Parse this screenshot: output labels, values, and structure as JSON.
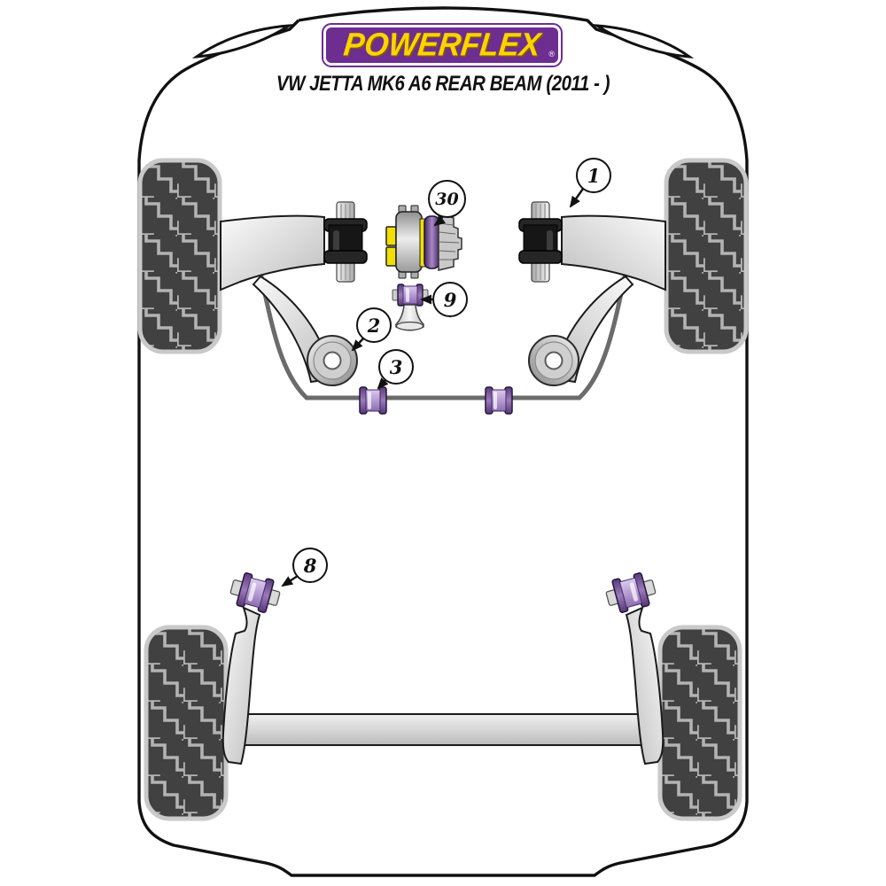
{
  "header": {
    "logo_text": "POWERFLEX",
    "registered_mark": "®",
    "subtitle": "VW JETTA MK6 A6 REAR BEAM (2011 - )"
  },
  "callouts": [
    {
      "label": "1"
    },
    {
      "label": "2"
    },
    {
      "label": "3"
    },
    {
      "label": "8"
    },
    {
      "label": "9"
    },
    {
      "label": "30"
    }
  ],
  "colors": {
    "logo_purple": "#6d2d91",
    "logo_yellow": "#ffd200",
    "bushing_purple": "#8a63ab",
    "insert_yellow": "#f2de00",
    "tire_tread": "#414141",
    "metal_gray": "#c9c9c9",
    "outline_black": "#111111"
  }
}
